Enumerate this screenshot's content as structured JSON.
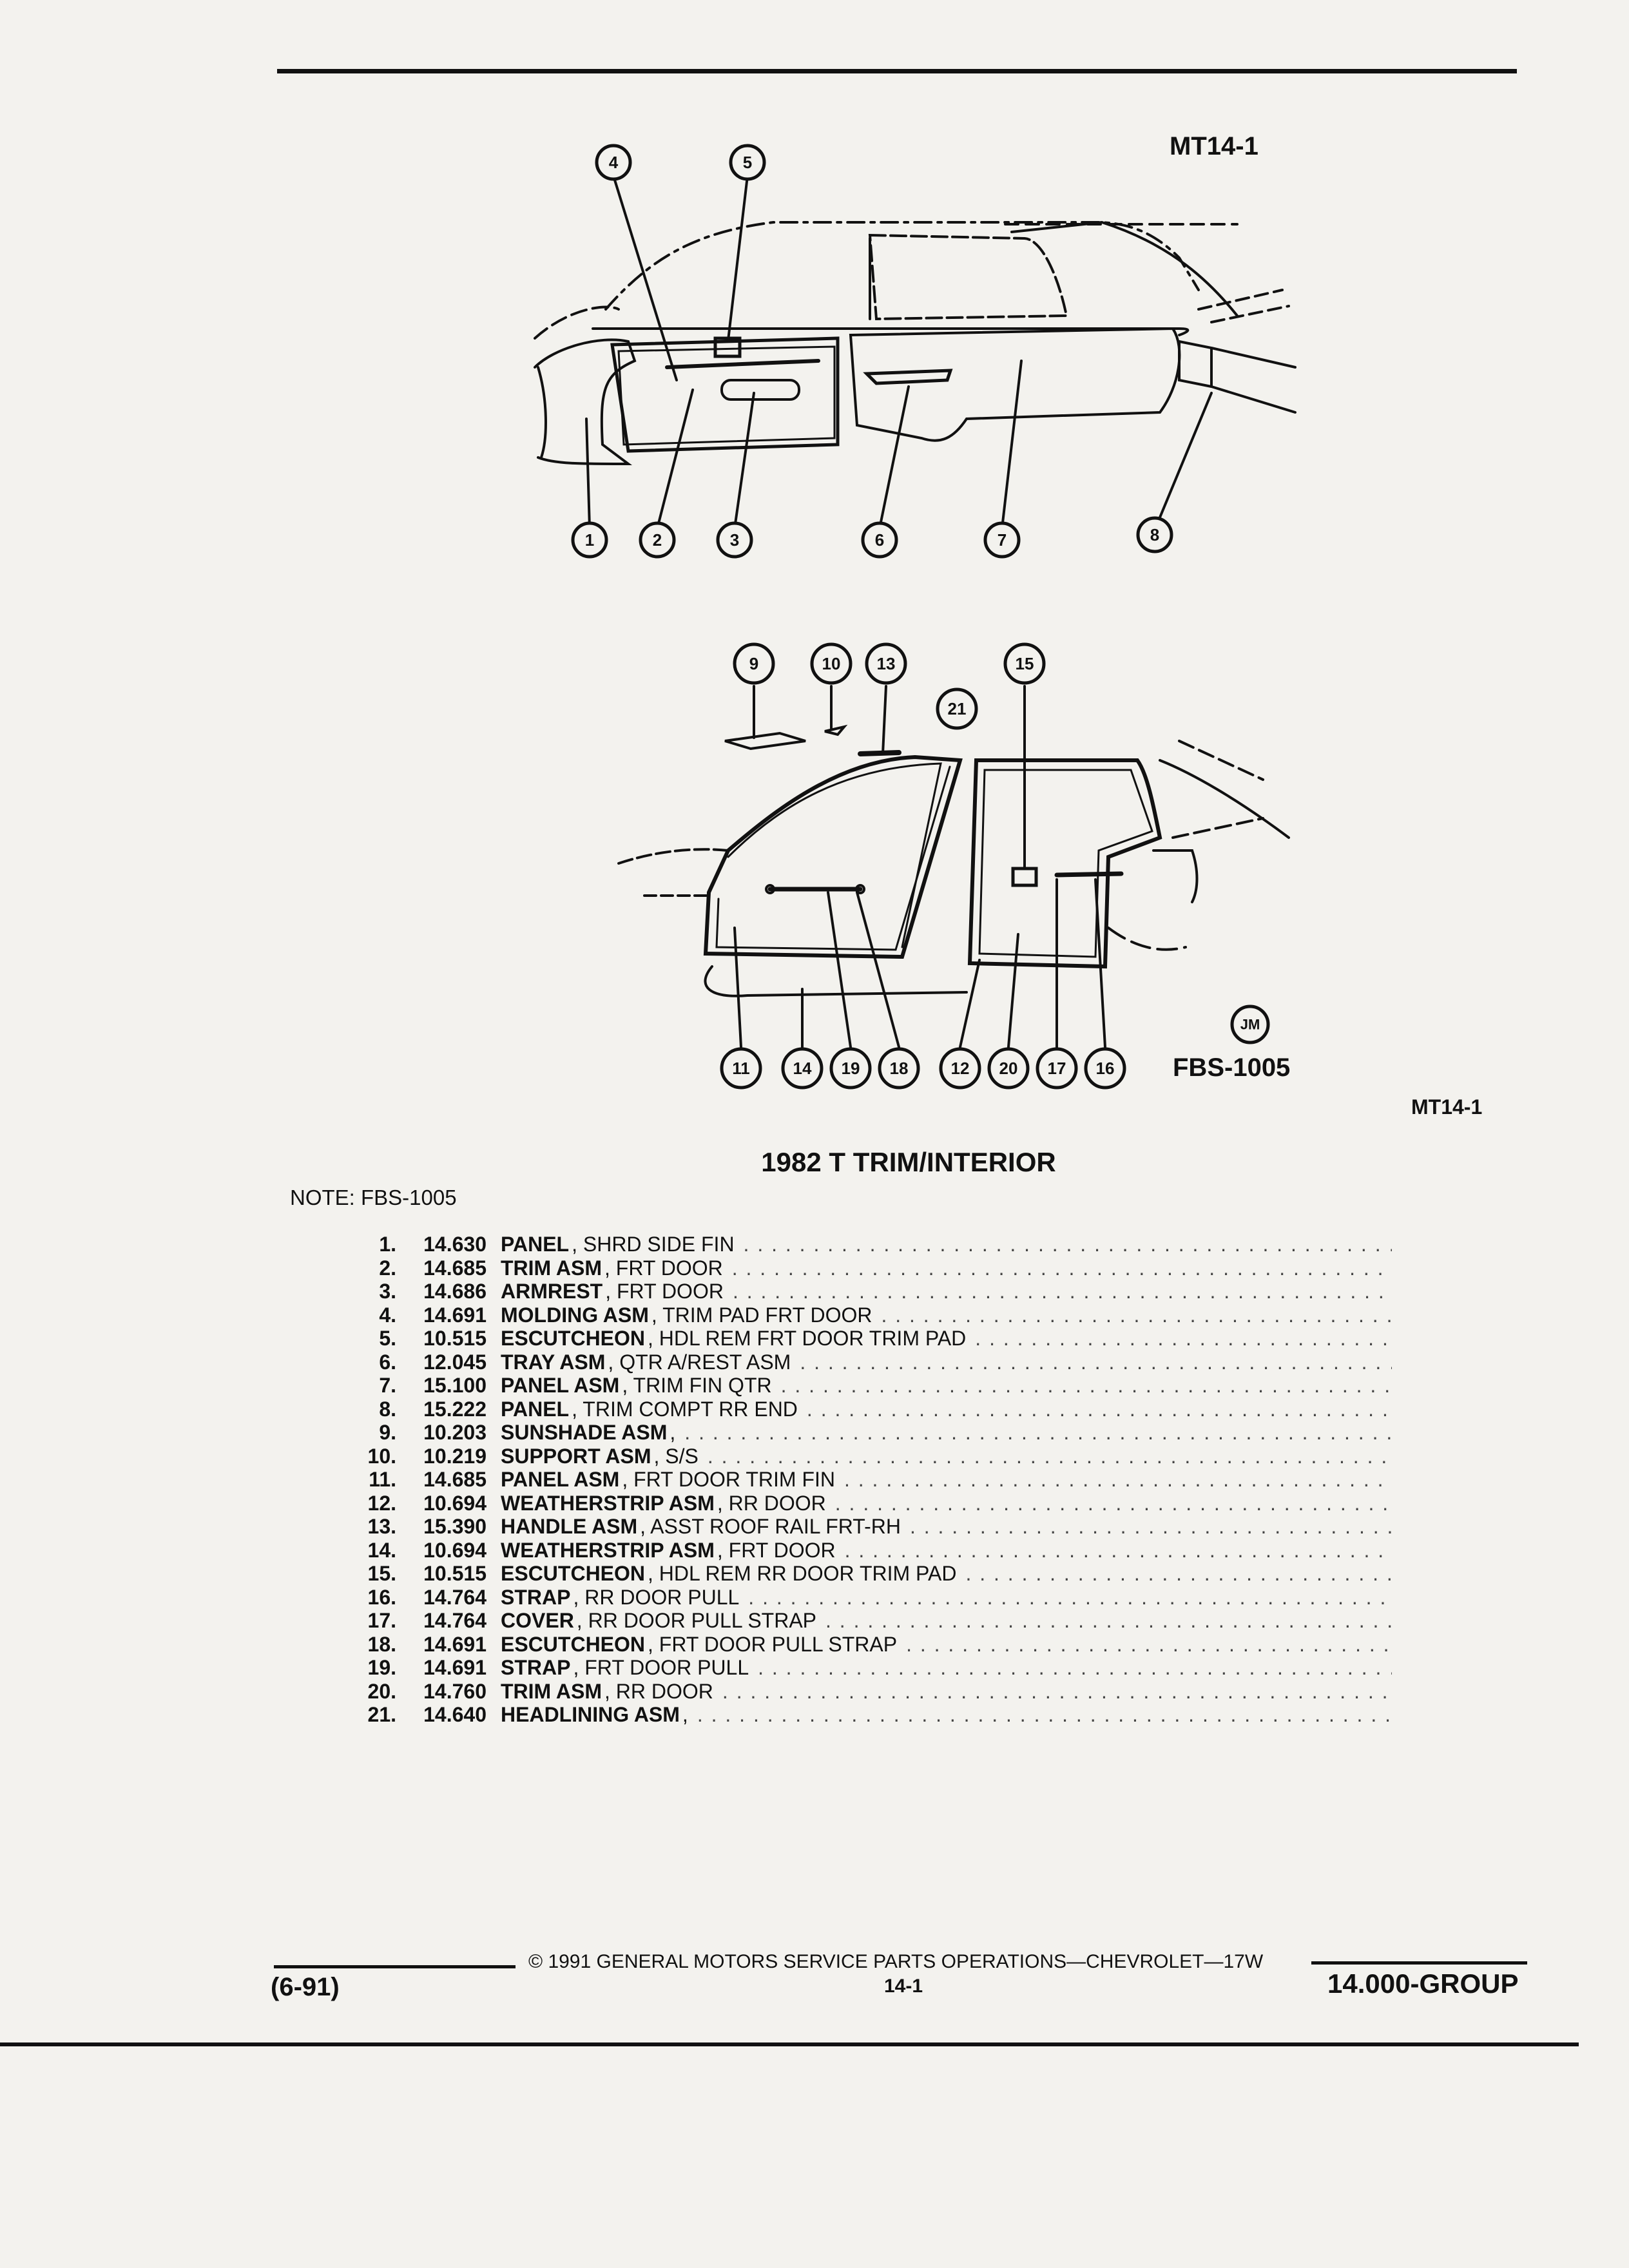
{
  "header": {
    "code_top": "MT14-1",
    "code_right": "MT14-1"
  },
  "figure": {
    "ref_code": "FBS-1005",
    "ref_badge": "JM",
    "callouts_top": [
      "4",
      "5",
      "1",
      "2",
      "3",
      "6",
      "7",
      "8"
    ],
    "callouts_bottom": [
      "9",
      "10",
      "13",
      "21",
      "15",
      "11",
      "14",
      "19",
      "18",
      "12",
      "20",
      "17",
      "16"
    ]
  },
  "title": "1982 T TRIM/INTERIOR",
  "note": "NOTE: FBS-1005",
  "parts": [
    {
      "num": "1.",
      "code": "14.630",
      "name": "PANEL",
      "desc": ", SHRD SIDE FIN"
    },
    {
      "num": "2.",
      "code": "14.685",
      "name": "TRIM ASM",
      "desc": ", FRT DOOR"
    },
    {
      "num": "3.",
      "code": "14.686",
      "name": "ARMREST",
      "desc": ", FRT DOOR"
    },
    {
      "num": "4.",
      "code": "14.691",
      "name": "MOLDING ASM",
      "desc": ", TRIM PAD FRT DOOR"
    },
    {
      "num": "5.",
      "code": "10.515",
      "name": "ESCUTCHEON",
      "desc": ", HDL REM FRT DOOR TRIM PAD"
    },
    {
      "num": "6.",
      "code": "12.045",
      "name": "TRAY ASM",
      "desc": ", QTR A/REST ASM"
    },
    {
      "num": "7.",
      "code": "15.100",
      "name": "PANEL ASM",
      "desc": ", TRIM FIN QTR"
    },
    {
      "num": "8.",
      "code": "15.222",
      "name": "PANEL",
      "desc": ", TRIM COMPT RR END"
    },
    {
      "num": "9.",
      "code": "10.203",
      "name": "SUNSHADE ASM",
      "desc": ","
    },
    {
      "num": "10.",
      "code": "10.219",
      "name": "SUPPORT ASM",
      "desc": ", S/S"
    },
    {
      "num": "11.",
      "code": "14.685",
      "name": "PANEL ASM",
      "desc": ", FRT DOOR TRIM FIN"
    },
    {
      "num": "12.",
      "code": "10.694",
      "name": "WEATHERSTRIP ASM",
      "desc": ", RR DOOR"
    },
    {
      "num": "13.",
      "code": "15.390",
      "name": "HANDLE ASM",
      "desc": ", ASST ROOF RAIL FRT-RH"
    },
    {
      "num": "14.",
      "code": "10.694",
      "name": "WEATHERSTRIP ASM",
      "desc": ", FRT DOOR"
    },
    {
      "num": "15.",
      "code": "10.515",
      "name": "ESCUTCHEON",
      "desc": ", HDL REM RR DOOR TRIM PAD"
    },
    {
      "num": "16.",
      "code": "14.764",
      "name": "STRAP",
      "desc": ", RR DOOR PULL"
    },
    {
      "num": "17.",
      "code": "14.764",
      "name": "COVER",
      "desc": ", RR DOOR PULL STRAP"
    },
    {
      "num": "18.",
      "code": "14.691",
      "name": "ESCUTCHEON",
      "desc": ", FRT DOOR PULL STRAP"
    },
    {
      "num": "19.",
      "code": "14.691",
      "name": "STRAP",
      "desc": ", FRT DOOR PULL"
    },
    {
      "num": "20.",
      "code": "14.760",
      "name": "TRIM ASM",
      "desc": ", RR DOOR"
    },
    {
      "num": "21.",
      "code": "14.640",
      "name": "HEADLINING ASM",
      "desc": ","
    }
  ],
  "footer": {
    "date": "(6-91)",
    "copyright": "© 1991 GENERAL MOTORS SERVICE PARTS OPERATIONS—CHEVROLET—17W",
    "page": "14-1",
    "group": "14.000-GROUP"
  }
}
